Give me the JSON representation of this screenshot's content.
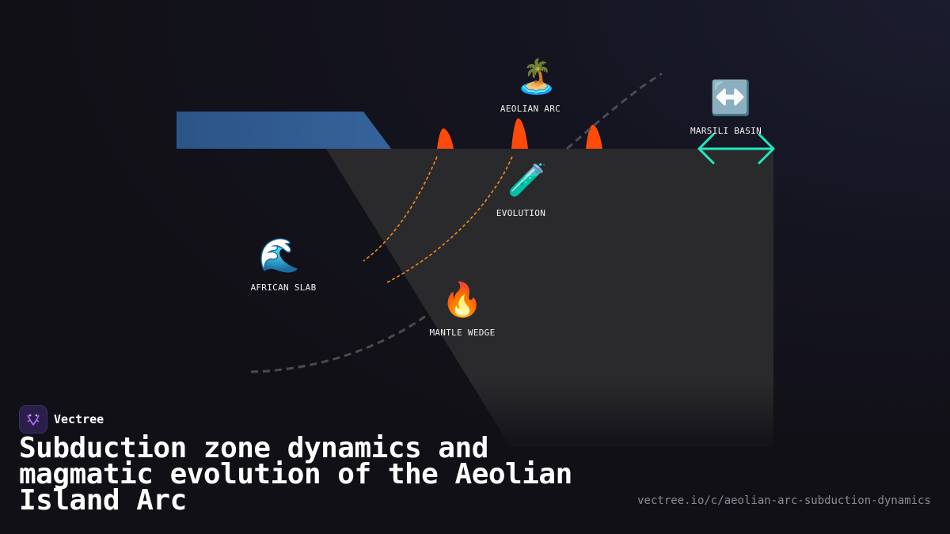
{
  "brand": {
    "name": "Vectree"
  },
  "title": "Subduction zone dynamics and magmatic evolution of the Aeolian Island Arc",
  "url": "vectree.io/c/aeolian-arc-subduction-dynamics",
  "nodes": {
    "aeolian_arc": {
      "label": "AEOLIAN ARC",
      "icon": "desert-island-icon",
      "glyph": "🏝️"
    },
    "marsili_basin": {
      "label": "MARSILI BASIN",
      "icon": "left-right-arrow-icon",
      "glyph": "↔️"
    },
    "evolution": {
      "label": "EVOLUTION",
      "icon": "test-tube-icon",
      "glyph": "🧪"
    },
    "african_slab": {
      "label": "AFRICAN SLAB",
      "icon": "water-wave-icon",
      "glyph": "🌊"
    },
    "mantle_wedge": {
      "label": "MANTLE WEDGE",
      "icon": "fire-icon",
      "glyph": "🔥"
    }
  },
  "colors": {
    "sea": "#2f5a8c",
    "plate": "#2a2a2c",
    "volcano": "#ff4a0a",
    "magma_path": "#f28a1a",
    "extension_arrow": "#22e8c0",
    "slab_trace": "#4a4a50"
  }
}
